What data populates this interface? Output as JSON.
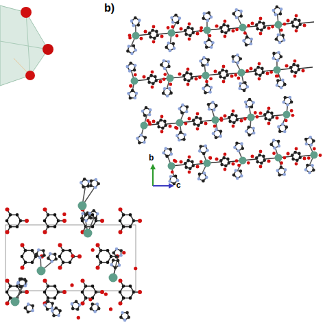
{
  "diagram": {
    "labels": [
      "b)",
      "b",
      "c"
    ]
  }
}
